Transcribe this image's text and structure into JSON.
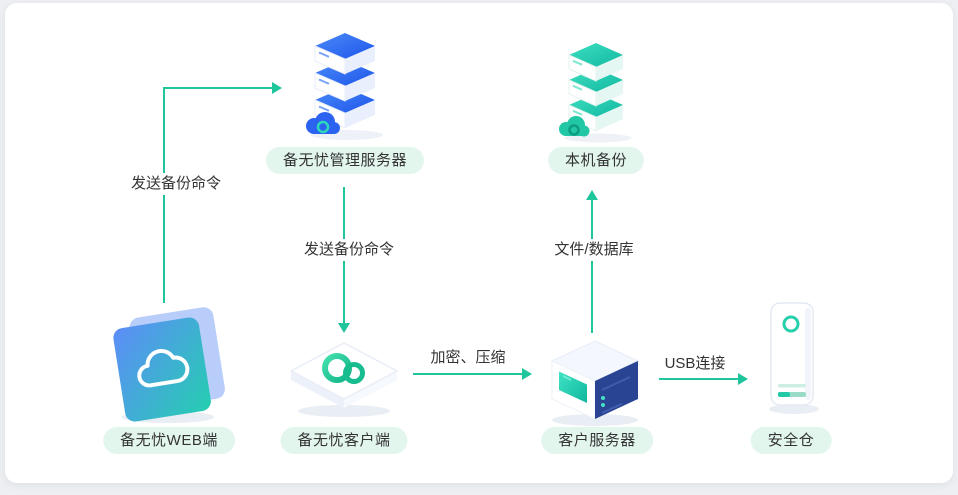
{
  "colors": {
    "accent": "#1fc59b",
    "pill_background": "#e3f6ee",
    "card_background": "#ffffff",
    "page_background": "#edeff2",
    "text": "#333333"
  },
  "nodes": {
    "management_server": {
      "label": "备无忧管理服务器"
    },
    "local_backup": {
      "label": "本机备份"
    },
    "web_client": {
      "label": "备无忧WEB端"
    },
    "client": {
      "label": "备无忧客户端"
    },
    "customer_server": {
      "label": "客户服务器"
    },
    "secure_vault": {
      "label": "安全仓"
    }
  },
  "edges": {
    "web_to_management": {
      "label": "发送备份命令"
    },
    "management_to_client": {
      "label": "发送备份命令"
    },
    "client_to_customer_server": {
      "label": "加密、压缩"
    },
    "customer_server_to_local_backup": {
      "label": "文件/数据库"
    },
    "customer_server_to_secure_vault": {
      "label": "USB连接"
    }
  }
}
